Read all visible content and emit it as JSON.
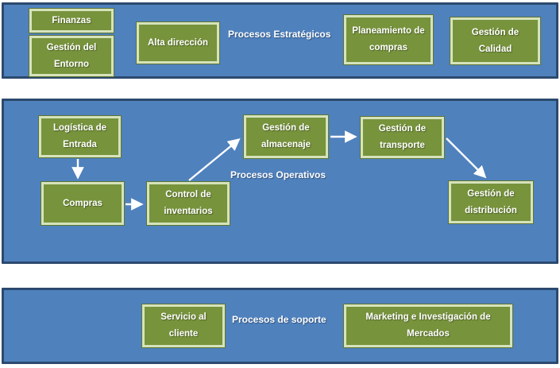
{
  "bands": {
    "estrategicos": {
      "label": "Procesos Estratégicos",
      "boxes": {
        "finanzas": "Finanzas",
        "gestion_entorno": "Gestión del Entorno",
        "alta_direccion": "Alta dirección",
        "planeamiento_compras": "Planeamiento de compras",
        "gestion_calidad": "Gestión de Calidad"
      }
    },
    "operativos": {
      "label": "Procesos Operativos",
      "boxes": {
        "logistica_entrada": "Logística de Entrada",
        "compras": "Compras",
        "control_inventarios": "Control de inventarios",
        "gestion_almacenaje": "Gestión de almacenaje",
        "gestion_transporte": "Gestión de transporte",
        "gestion_distribucion": "Gestión de distribución"
      },
      "connections": [
        {
          "from": "Logística de Entrada",
          "to": "Compras"
        },
        {
          "from": "Compras",
          "to": "Control de inventarios"
        },
        {
          "from": "Control de inventarios",
          "to": "Gestión de almacenaje"
        },
        {
          "from": "Gestión de almacenaje",
          "to": "Gestión de transporte"
        },
        {
          "from": "Gestión de transporte",
          "to": "Gestión de distribución"
        }
      ]
    },
    "soporte": {
      "label": "Procesos de soporte",
      "boxes": {
        "servicio_cliente": "Servicio al cliente",
        "marketing": "Marketing e Investigación de Mercados"
      }
    }
  },
  "colors": {
    "band_fill": "#4F81BD",
    "band_border": "#2C496E",
    "box_fill": "#77933C",
    "box_border": "#D6E3BC",
    "text": "#FFFFFF",
    "arrow": "#FFFFFF"
  }
}
